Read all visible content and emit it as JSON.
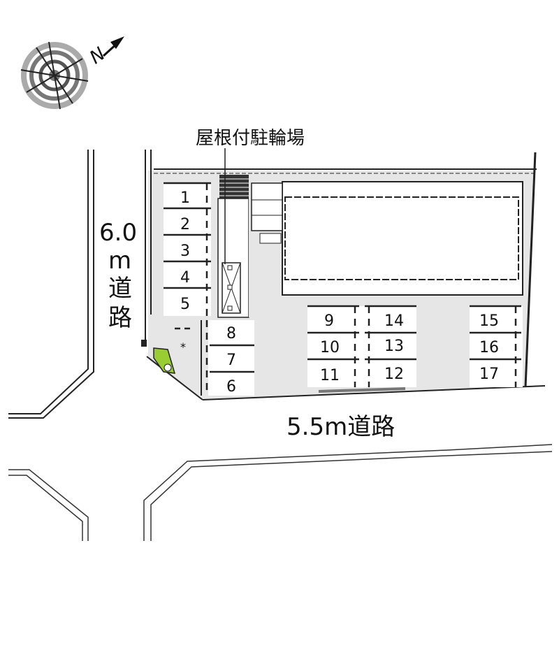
{
  "compass": {
    "north_label": "N"
  },
  "labels": {
    "bicycle_parking": "屋根付駐輪場",
    "road_left": [
      "6.0",
      "m",
      "道",
      "路"
    ],
    "road_bottom": "5.5m道路",
    "marker": "*"
  },
  "parking_spaces": [
    "1",
    "2",
    "3",
    "4",
    "5",
    "6",
    "7",
    "8",
    "9",
    "10",
    "11",
    "12",
    "13",
    "14",
    "15",
    "16",
    "17"
  ]
}
